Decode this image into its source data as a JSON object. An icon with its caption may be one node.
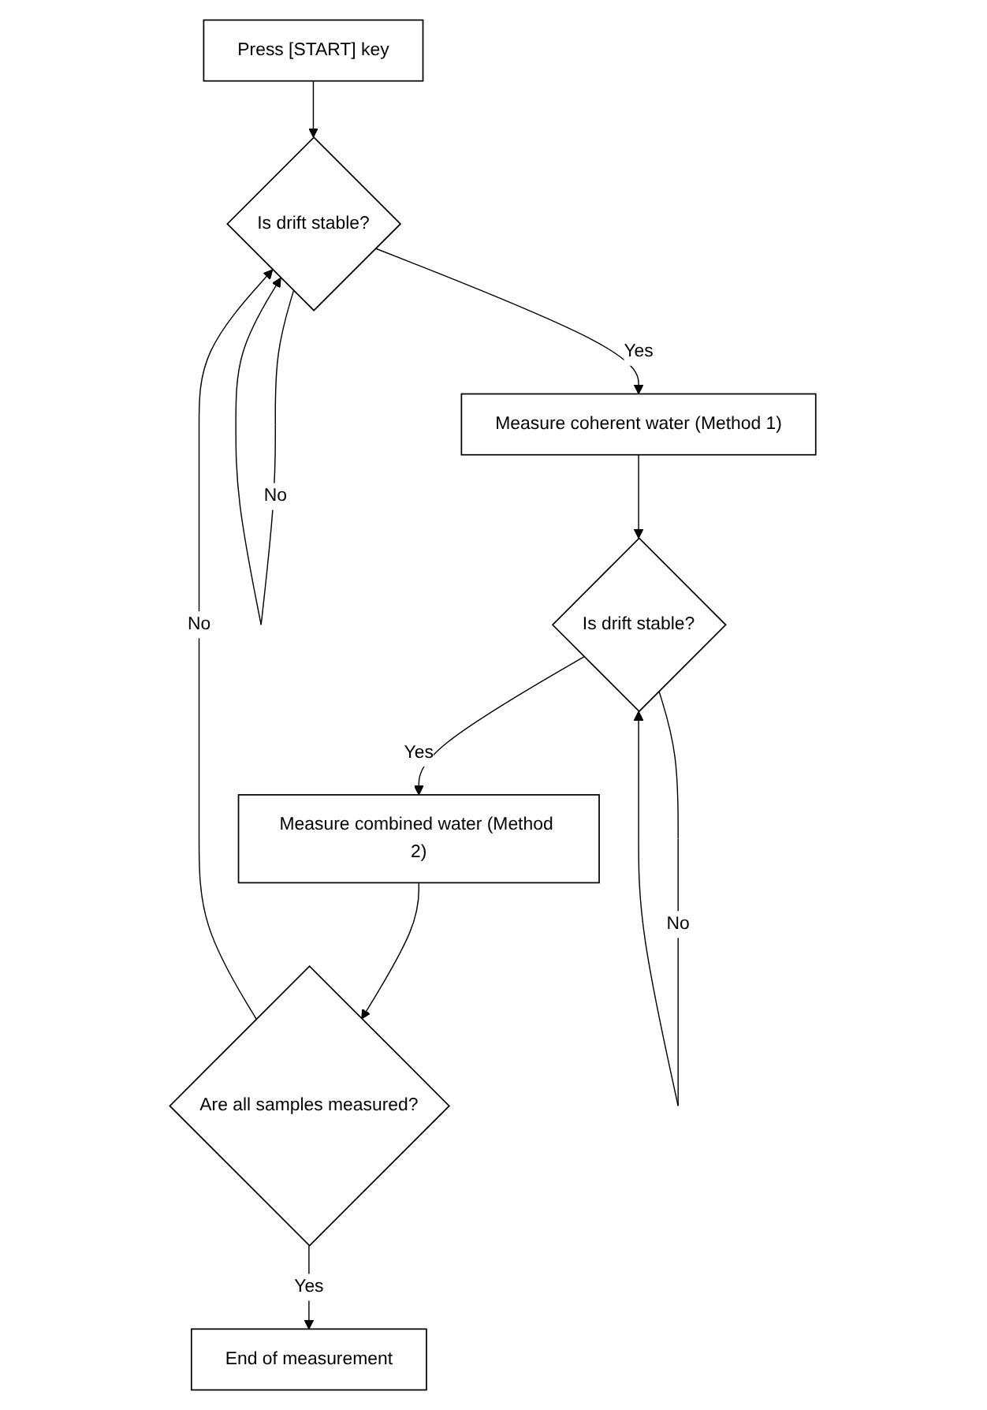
{
  "diagram": {
    "nodes": [
      {
        "text": [
          "Press [START] key"
        ]
      },
      {
        "text": [
          "Is drift stable?"
        ]
      },
      {
        "text": [
          "Measure coherent water (Method 1)"
        ]
      },
      {
        "text": [
          "Is drift stable?"
        ]
      },
      {
        "text": [
          "Measure combined water (Method 2)"
        ]
      },
      {
        "text": [
          "Are all samples measured?"
        ]
      },
      {
        "text": [
          "End of measurement"
        ]
      }
    ],
    "edges": [
      {
        "from": 0,
        "to": 1,
        "arrow": "to"
      },
      {
        "from": 1,
        "to": 1,
        "arrow": "to",
        "label": "No"
      },
      {
        "from": 1,
        "to": 2,
        "arrow": "to",
        "label": "Yes"
      },
      {
        "from": 2,
        "to": 3,
        "arrow": "to"
      },
      {
        "from": 3,
        "to": 3,
        "arrow": "to",
        "label": "No"
      },
      {
        "from": 3,
        "to": 4,
        "arrow": "to",
        "label": "Yes"
      },
      {
        "from": 4,
        "to": 5,
        "arrow": "to"
      },
      {
        "from": 5,
        "to": 1,
        "arrow": "to",
        "label": "No"
      },
      {
        "from": 5,
        "to": 6,
        "arrow": "to",
        "label": "Yes"
      }
    ]
  }
}
